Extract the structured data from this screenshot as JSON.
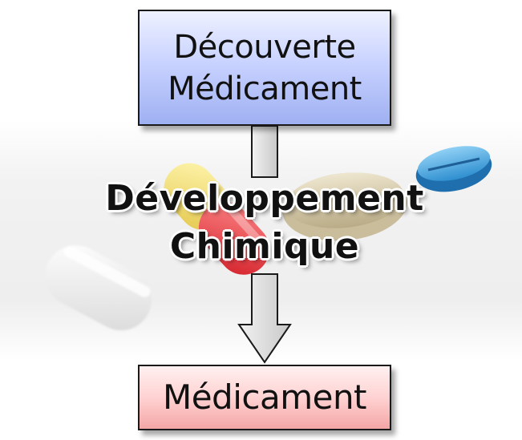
{
  "diagram": {
    "top_box": {
      "line1": "Découverte",
      "line2": "Médicament"
    },
    "process_label": {
      "line1": "Développement",
      "line2": "Chimique"
    },
    "bottom_box": {
      "line1": "Médicament"
    }
  },
  "colors": {
    "top_box_fill": "#c9d3ff",
    "bottom_box_fill": "#ffd2d2",
    "arrow_fill": "#dcdcdc",
    "outline": "#1a1a1a"
  },
  "background_image": {
    "subject": "pills-and-capsules-photo",
    "items": [
      "white-capsule",
      "yellow-red-capsule",
      "beige-tablet",
      "blue-tablet"
    ]
  }
}
